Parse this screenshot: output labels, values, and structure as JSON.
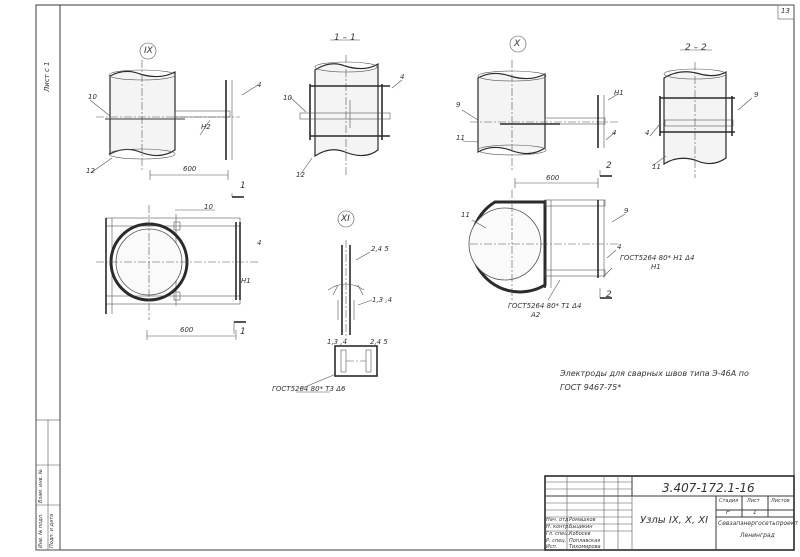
{
  "page_number": "13",
  "views": {
    "view_ix": "IX",
    "view_x": "X",
    "view_xi": "XI",
    "section_1": "1 – 1",
    "section_2": "2 – 2"
  },
  "callouts": {
    "c_10a": "10",
    "c_4a": "4",
    "c_n2": "Н2",
    "c_12a": "12",
    "c_10b": "10",
    "c_4b": "4",
    "c_12b": "12",
    "c_9a": "9",
    "c_n1a": "Н1",
    "c_11a": "11",
    "c_4c": "4",
    "c_9b": "9",
    "c_4d": "4",
    "c_11b": "11",
    "c_10c": "10",
    "c_4e": "4",
    "c_n1b": "Н1",
    "c_11c": "11",
    "c_9c": "9",
    "c_4f": "4",
    "c_245a": "2,4 5",
    "c_134a": "1,3 ,4",
    "c_134b": "1,3 ,4",
    "c_245b": "2,4 5",
    "c_1a": "1",
    "c_1b": "1",
    "c_2a": "2",
    "c_2b": "2"
  },
  "dimensions": {
    "dim_600_a": "600",
    "dim_600_b": "600",
    "dim_600_c": "600"
  },
  "weld_marks": {
    "w_xi": "ГОСТ5264 80* Т3 Δ6",
    "w_x1": "ГОСТ5264 80* Н1 Δ4",
    "w_x1_sub": "Н1",
    "w_x2": "ГОСТ5264 80* Т1 Δ4",
    "w_x2_sub": "А2"
  },
  "note_line1": "Электроды для сварных швов типа Э-46А по",
  "note_line2": "ГОСТ 9467-75*",
  "left_margin": {
    "sheet_label": "Лист с 1",
    "stamp_a": "Инв. № подл.",
    "stamp_b": "Подп. и дата",
    "stamp_c": "Взам. инв. №"
  },
  "title_block": {
    "code": "3.407-172.1-16",
    "title": "Узлы IX, X, XI",
    "stage_label": "Стадия",
    "sheet_label": "Лист",
    "sheets_label": "Листов",
    "stage": "Р",
    "sheet": "1",
    "org": "Севзапэнергосетьпроект",
    "city": "Ленинград",
    "roles": [
      "Нач. отд.",
      "Н. контр.",
      "Гл. спец.",
      "Р. спец.",
      "Исп."
    ],
    "names": [
      "Ромашков",
      "Быцикин",
      "Кобосев",
      "Поплавская",
      "Тихомирова"
    ]
  }
}
